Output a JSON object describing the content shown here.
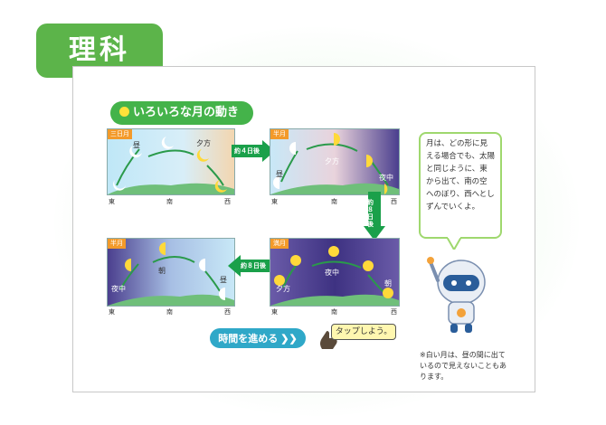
{
  "subject": "理科",
  "title": "いろいろな月の動き",
  "panels": [
    {
      "id": "p1",
      "tag": "三日月",
      "labels": [
        "昼",
        "夕方"
      ],
      "directions": [
        "東",
        "南",
        "西"
      ]
    },
    {
      "id": "p2",
      "tag": "半月",
      "labels": [
        "昼",
        "夕方",
        "夜中"
      ],
      "directions": [
        "東",
        "南",
        "西"
      ]
    },
    {
      "id": "p3",
      "tag": "半月",
      "labels": [
        "夜中",
        "朝",
        "昼"
      ],
      "directions": [
        "東",
        "南",
        "西"
      ]
    },
    {
      "id": "p4",
      "tag": "満月",
      "labels": [
        "夕方",
        "夜中",
        "朝"
      ],
      "directions": [
        "東",
        "南",
        "西"
      ]
    }
  ],
  "arrows": {
    "top": "約４日後",
    "right": "約８日後",
    "bottom": "約８日後"
  },
  "bubble_text": "月は、どの形に見える場合でも、太陽と同じように、東から出て、南の空へのぼり、西へとしずんでいくよ。",
  "button_label": "時間を進める ❯❯",
  "tap_label": "タップしよう。",
  "note": "※白い月は、昼の間に出ているので見えないこともあります。",
  "colors": {
    "green": "#5cb44a",
    "accent": "#f39a2a",
    "button": "#2fa8c8"
  },
  "icons": [
    "moon-icon",
    "pointing-hand-icon",
    "robot-mascot-icon"
  ]
}
